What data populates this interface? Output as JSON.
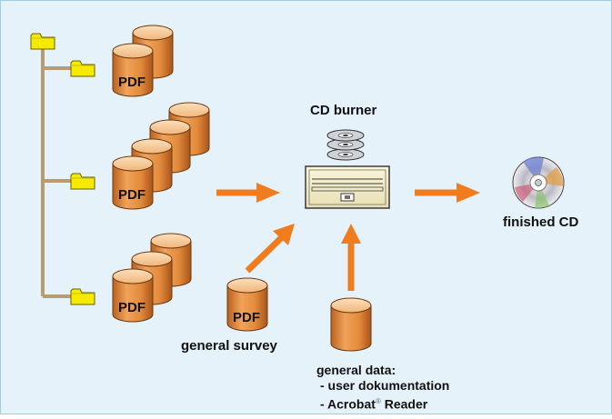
{
  "diagram": {
    "background": "#e6f2fa",
    "border": "#9fcde8",
    "colors": {
      "folder": "#f5ea00",
      "folder_stroke": "#6b6000",
      "tree_line": "#b89a73",
      "arrow": "#f07c1e",
      "cylinder_top": "#f6c894",
      "cylinder_body": "#e79446",
      "cylinder_stroke": "#6a3a12"
    },
    "icons": {
      "folder": "folder-icon",
      "document_stack": "pdf-cylinder-icon",
      "burner": "cd-burner-icon",
      "disc": "cd-disc-icon"
    },
    "pdf_label": "PDF",
    "burner_label": "CD burner",
    "finished_label": "finished CD",
    "survey_label": "general survey",
    "general_data": {
      "title": "general data:",
      "line1": "- user dokumentation",
      "line2_a": "- Acrobat",
      "line2_reg": "®",
      "line2_b": "Reader"
    }
  }
}
